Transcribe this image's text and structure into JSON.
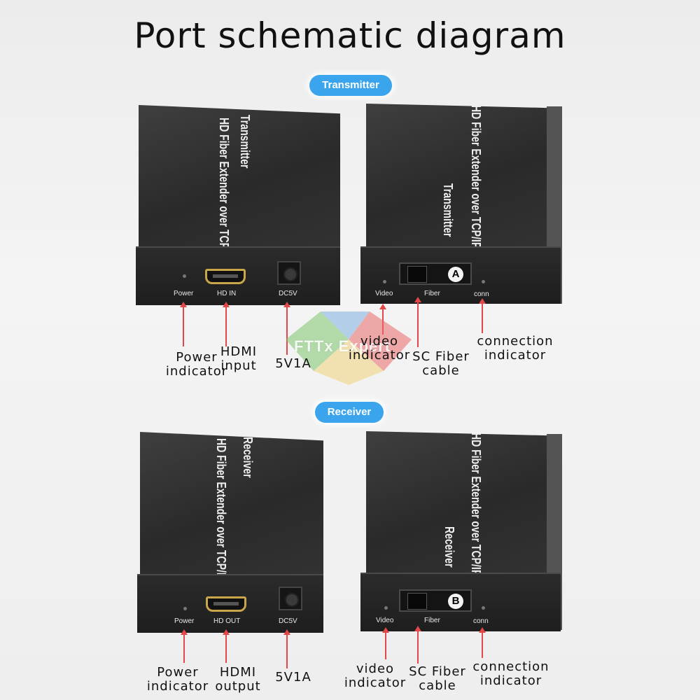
{
  "title": "Port schematic diagram",
  "sections": {
    "transmitter_label": "Transmitter",
    "receiver_label": "Receiver"
  },
  "transmitter": {
    "left_box_text": [
      "HD Fiber Extender over TCP/IP",
      "Transmitter"
    ],
    "right_box_text": [
      "HD Fiber Extender over TCP/IP",
      "Transmitter"
    ],
    "left_ports": {
      "power": "Power",
      "hdmi": "HD IN",
      "dc": "DC5V"
    },
    "right_ports": {
      "video": "Video",
      "fiber": "Fiber",
      "conn": "conn",
      "badge": "A"
    },
    "callouts": {
      "power": [
        "Power",
        "indicator"
      ],
      "hdmi": [
        "HDMI",
        "input"
      ],
      "dc": [
        "5V1A"
      ],
      "video": [
        "video",
        "indicator"
      ],
      "fiber": [
        "SC Fiber",
        "cable"
      ],
      "conn": [
        "connection",
        "indicator"
      ]
    }
  },
  "receiver": {
    "left_box_text": [
      "HD Fiber Extender over TCP/IP",
      "Receiver"
    ],
    "right_box_text": [
      "HD Fiber Extender over TCP/IP",
      "Receiver"
    ],
    "left_ports": {
      "power": "Power",
      "hdmi": "HD OUT",
      "dc": "DC5V"
    },
    "right_ports": {
      "video": "Video",
      "fiber": "Fiber",
      "conn": "conn",
      "badge": "B"
    },
    "callouts": {
      "power": [
        "Power",
        "indicator"
      ],
      "hdmi": [
        "HDMI",
        "output"
      ],
      "dc": [
        "5V1A"
      ],
      "video": [
        "video",
        "indicator"
      ],
      "fiber": [
        "SC Fiber",
        "cable"
      ],
      "conn": [
        "connection",
        "indicator"
      ]
    }
  },
  "watermark": "FTTx Expert",
  "colors": {
    "accent": "#3aa5ec",
    "pointer": "#e24848",
    "device": "#2b2b2b"
  }
}
